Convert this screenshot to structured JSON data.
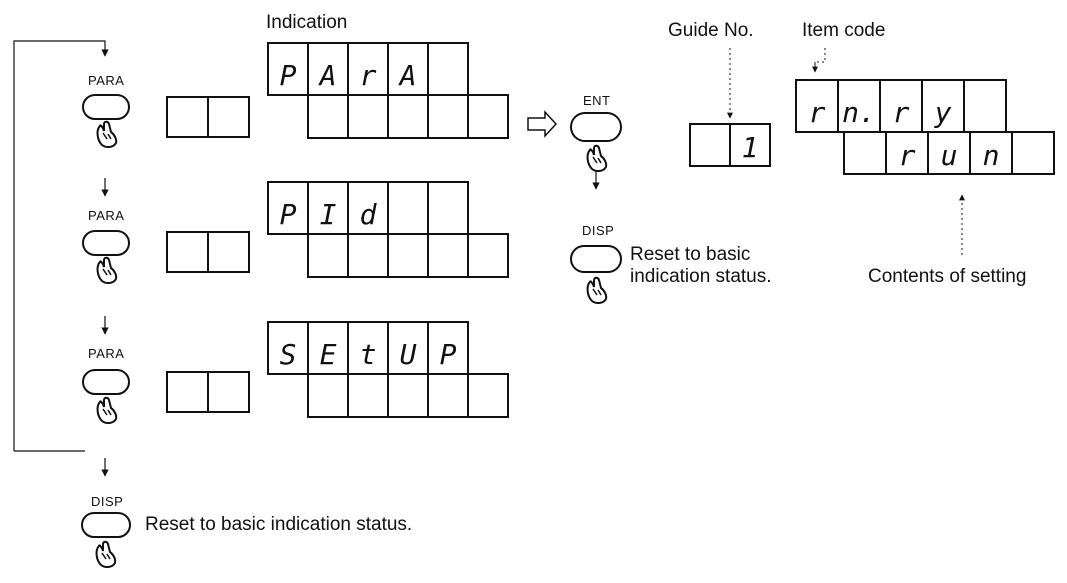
{
  "headers": {
    "indication": "Indication",
    "guide_no": "Guide No.",
    "item_code": "Item code"
  },
  "keys": {
    "para": "PARA",
    "ent": "ENT",
    "disp": "DISP"
  },
  "displays": [
    {
      "upper": [
        "P",
        "A",
        "r",
        "A",
        ""
      ],
      "lower": [
        "",
        "",
        "",
        "",
        ""
      ]
    },
    {
      "upper": [
        "P",
        "I",
        "d",
        "",
        ""
      ],
      "lower": [
        "",
        "",
        "",
        "",
        ""
      ]
    },
    {
      "upper": [
        "S",
        "E",
        "t",
        "U",
        "P"
      ],
      "lower": [
        "",
        "",
        "",
        "",
        ""
      ]
    }
  ],
  "guide_display": [
    "",
    "1"
  ],
  "item_display": {
    "upper": [
      "r",
      "n.",
      "r",
      "y",
      ""
    ],
    "lower": [
      "",
      "r",
      "u",
      "n",
      ""
    ]
  },
  "notes": {
    "reset_main": "Reset to basic indication status.",
    "reset_side_line1": "Reset to basic",
    "reset_side_line2": "indication status.",
    "contents": "Contents of setting"
  }
}
